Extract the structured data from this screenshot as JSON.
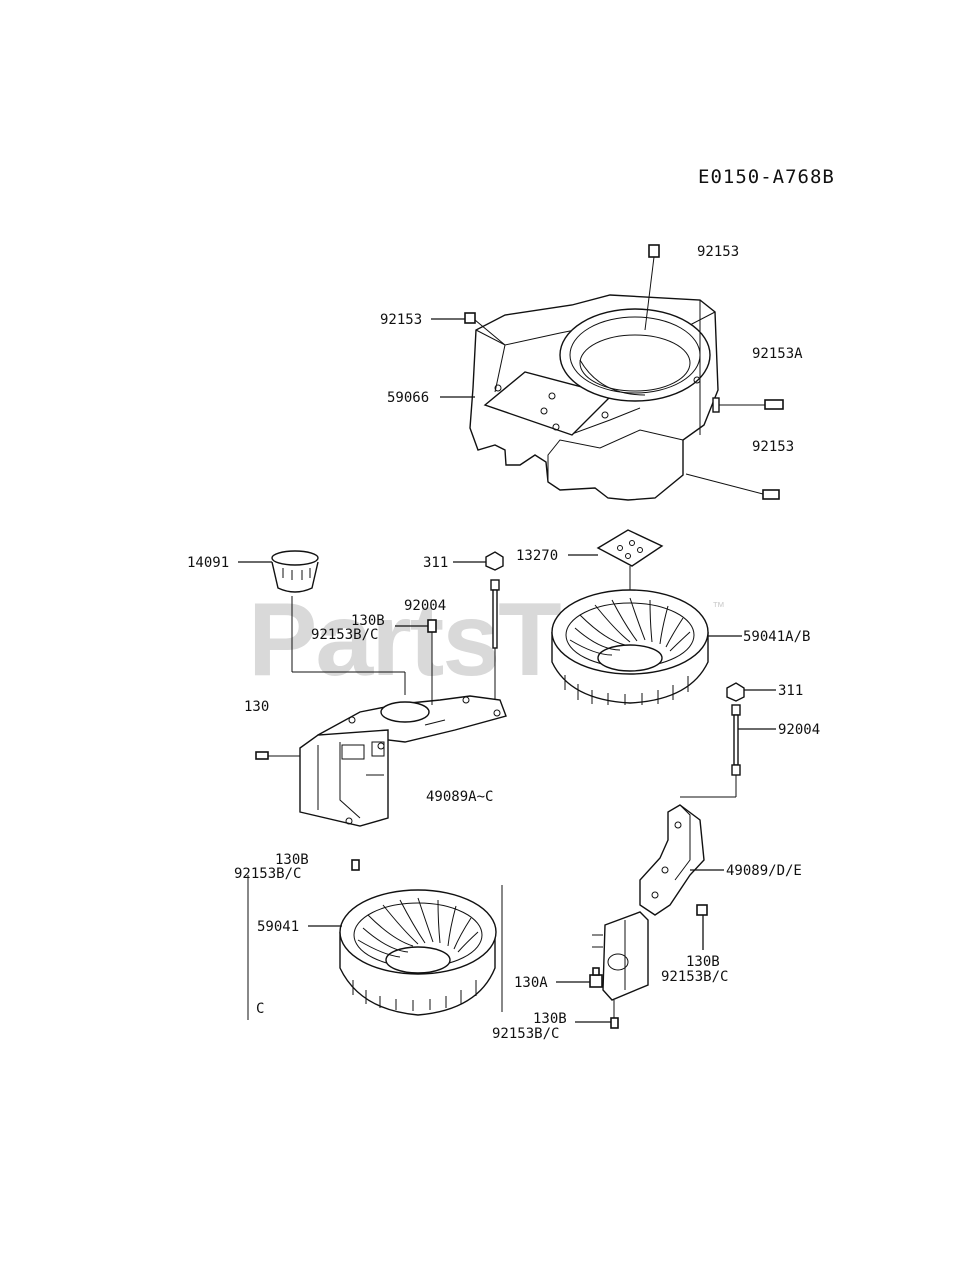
{
  "diagram": {
    "code": "E0150-A768B",
    "watermark": "PartsTree",
    "trademark": "™"
  },
  "labels": [
    {
      "id": "92153-top",
      "text": "92153"
    },
    {
      "id": "92153-left",
      "text": "92153"
    },
    {
      "id": "59066",
      "text": "59066"
    },
    {
      "id": "92153A",
      "text": "92153A"
    },
    {
      "id": "92153-right",
      "text": "92153"
    },
    {
      "id": "14091",
      "text": "14091"
    },
    {
      "id": "311-top",
      "text": "311"
    },
    {
      "id": "13270",
      "text": "13270"
    },
    {
      "id": "92004-top",
      "text": "92004"
    },
    {
      "id": "130B-a",
      "text": "130B"
    },
    {
      "id": "92153BC-a",
      "text": "92153B/C"
    },
    {
      "id": "59041AB",
      "text": "59041A/B"
    },
    {
      "id": "130",
      "text": "130"
    },
    {
      "id": "311-right",
      "text": "311"
    },
    {
      "id": "92004-right",
      "text": "92004"
    },
    {
      "id": "49089A-C",
      "text": "49089A~C"
    },
    {
      "id": "130B-b",
      "text": "130B"
    },
    {
      "id": "92153BC-b",
      "text": "92153B/C"
    },
    {
      "id": "49089DE",
      "text": "49089/D/E"
    },
    {
      "id": "59041",
      "text": "59041"
    },
    {
      "id": "130B-c",
      "text": "130B"
    },
    {
      "id": "92153BC-c",
      "text": "92153B/C"
    },
    {
      "id": "130A",
      "text": "130A"
    },
    {
      "id": "C",
      "text": "C"
    },
    {
      "id": "130B-d",
      "text": "130B"
    },
    {
      "id": "92153BC-d",
      "text": "92153B/C"
    }
  ]
}
